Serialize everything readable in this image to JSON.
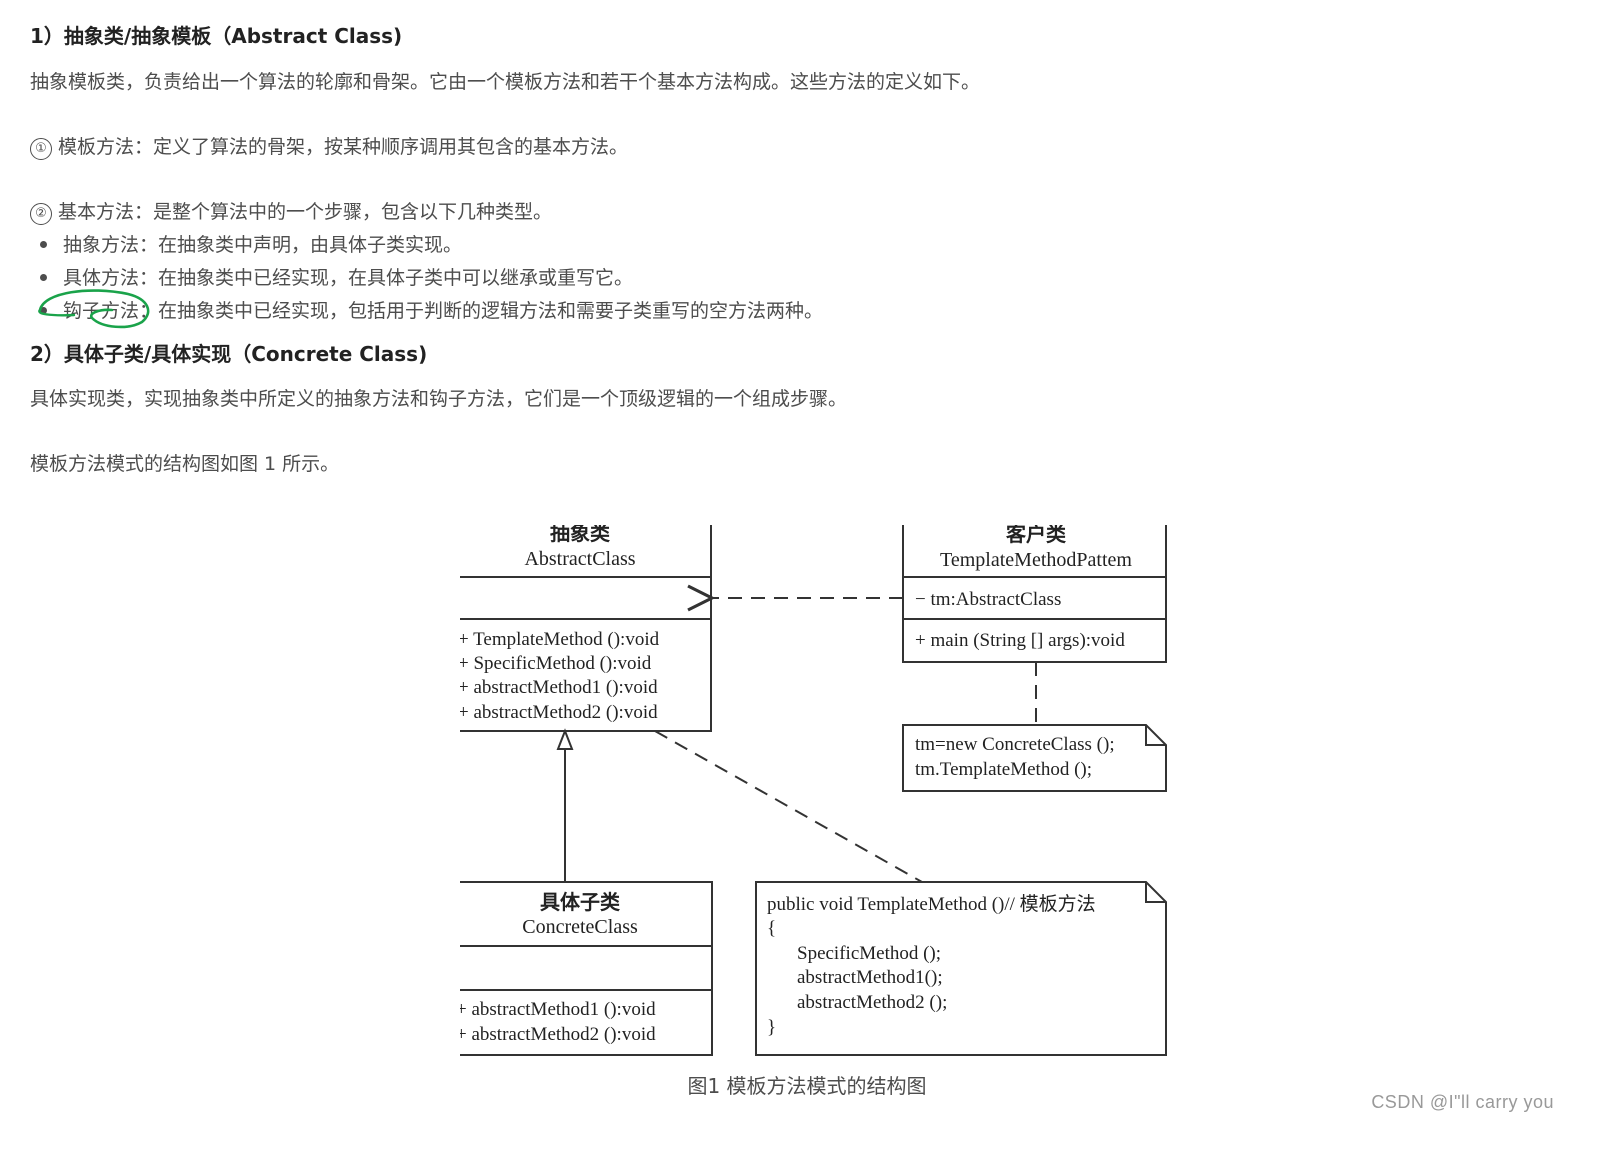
{
  "sections": {
    "s1_heading": "1）抽象类/抽象模板（Abstract Class)",
    "s1_intro": "抽象模板类，负责给出一个算法的轮廓和骨架。它由一个模板方法和若干个基本方法构成。这些方法的定义如下。",
    "item1_num": "①",
    "item1_text": "模板方法：定义了算法的骨架，按某种顺序调用其包含的基本方法。",
    "item2_num": "②",
    "item2_text": "基本方法：是整个算法中的一个步骤，包含以下几种类型。",
    "bullets": [
      "抽象方法：在抽象类中声明，由具体子类实现。",
      "具体方法：在抽象类中已经实现，在具体子类中可以继承或重写它。",
      "钩子方法：在抽象类中已经实现，包括用于判断的逻辑方法和需要子类重写的空方法两种。"
    ],
    "s2_heading": "2）具体子类/具体实现（Concrete Class)",
    "s2_text": "具体实现类，实现抽象类中所定义的抽象方法和钩子方法，它们是一个顶级逻辑的一个组成步骤。",
    "fig_intro": "模板方法模式的结构图如图 1 所示。"
  },
  "diagram": {
    "abstract_class": {
      "title_cn": "抽象类",
      "title_en": "AbstractClass",
      "methods": [
        "+ TemplateMethod ():void",
        "+ SpecificMethod ():void",
        "+ abstractMethod1 ():void",
        "+ abstractMethod2 ():void"
      ]
    },
    "client_class": {
      "title_cn": "客户类",
      "title_en": "TemplateMethodPattem",
      "attribute": "− tm:AbstractClass",
      "method": "+ main (String [] args):void"
    },
    "client_note": [
      "tm=new ConcreteClass ();",
      "tm.TemplateMethod ();"
    ],
    "concrete_class": {
      "title_cn": "具体子类",
      "title_en": "ConcreteClass",
      "methods": [
        "+ abstractMethod1 ():void",
        "+ abstractMethod2 ():void"
      ]
    },
    "template_note": [
      "public void TemplateMethod ()// 模板方法",
      "{",
      "SpecificMethod ();",
      "abstractMethod1();",
      "abstractMethod2 ();",
      "}"
    ]
  },
  "caption": "图1 模板方法模式的结构图",
  "watermark": "CSDN @I\"ll  carry  you",
  "colors": {
    "annotation_green": "#1aa34a",
    "text": "#4d4d4d",
    "line": "#333333"
  }
}
